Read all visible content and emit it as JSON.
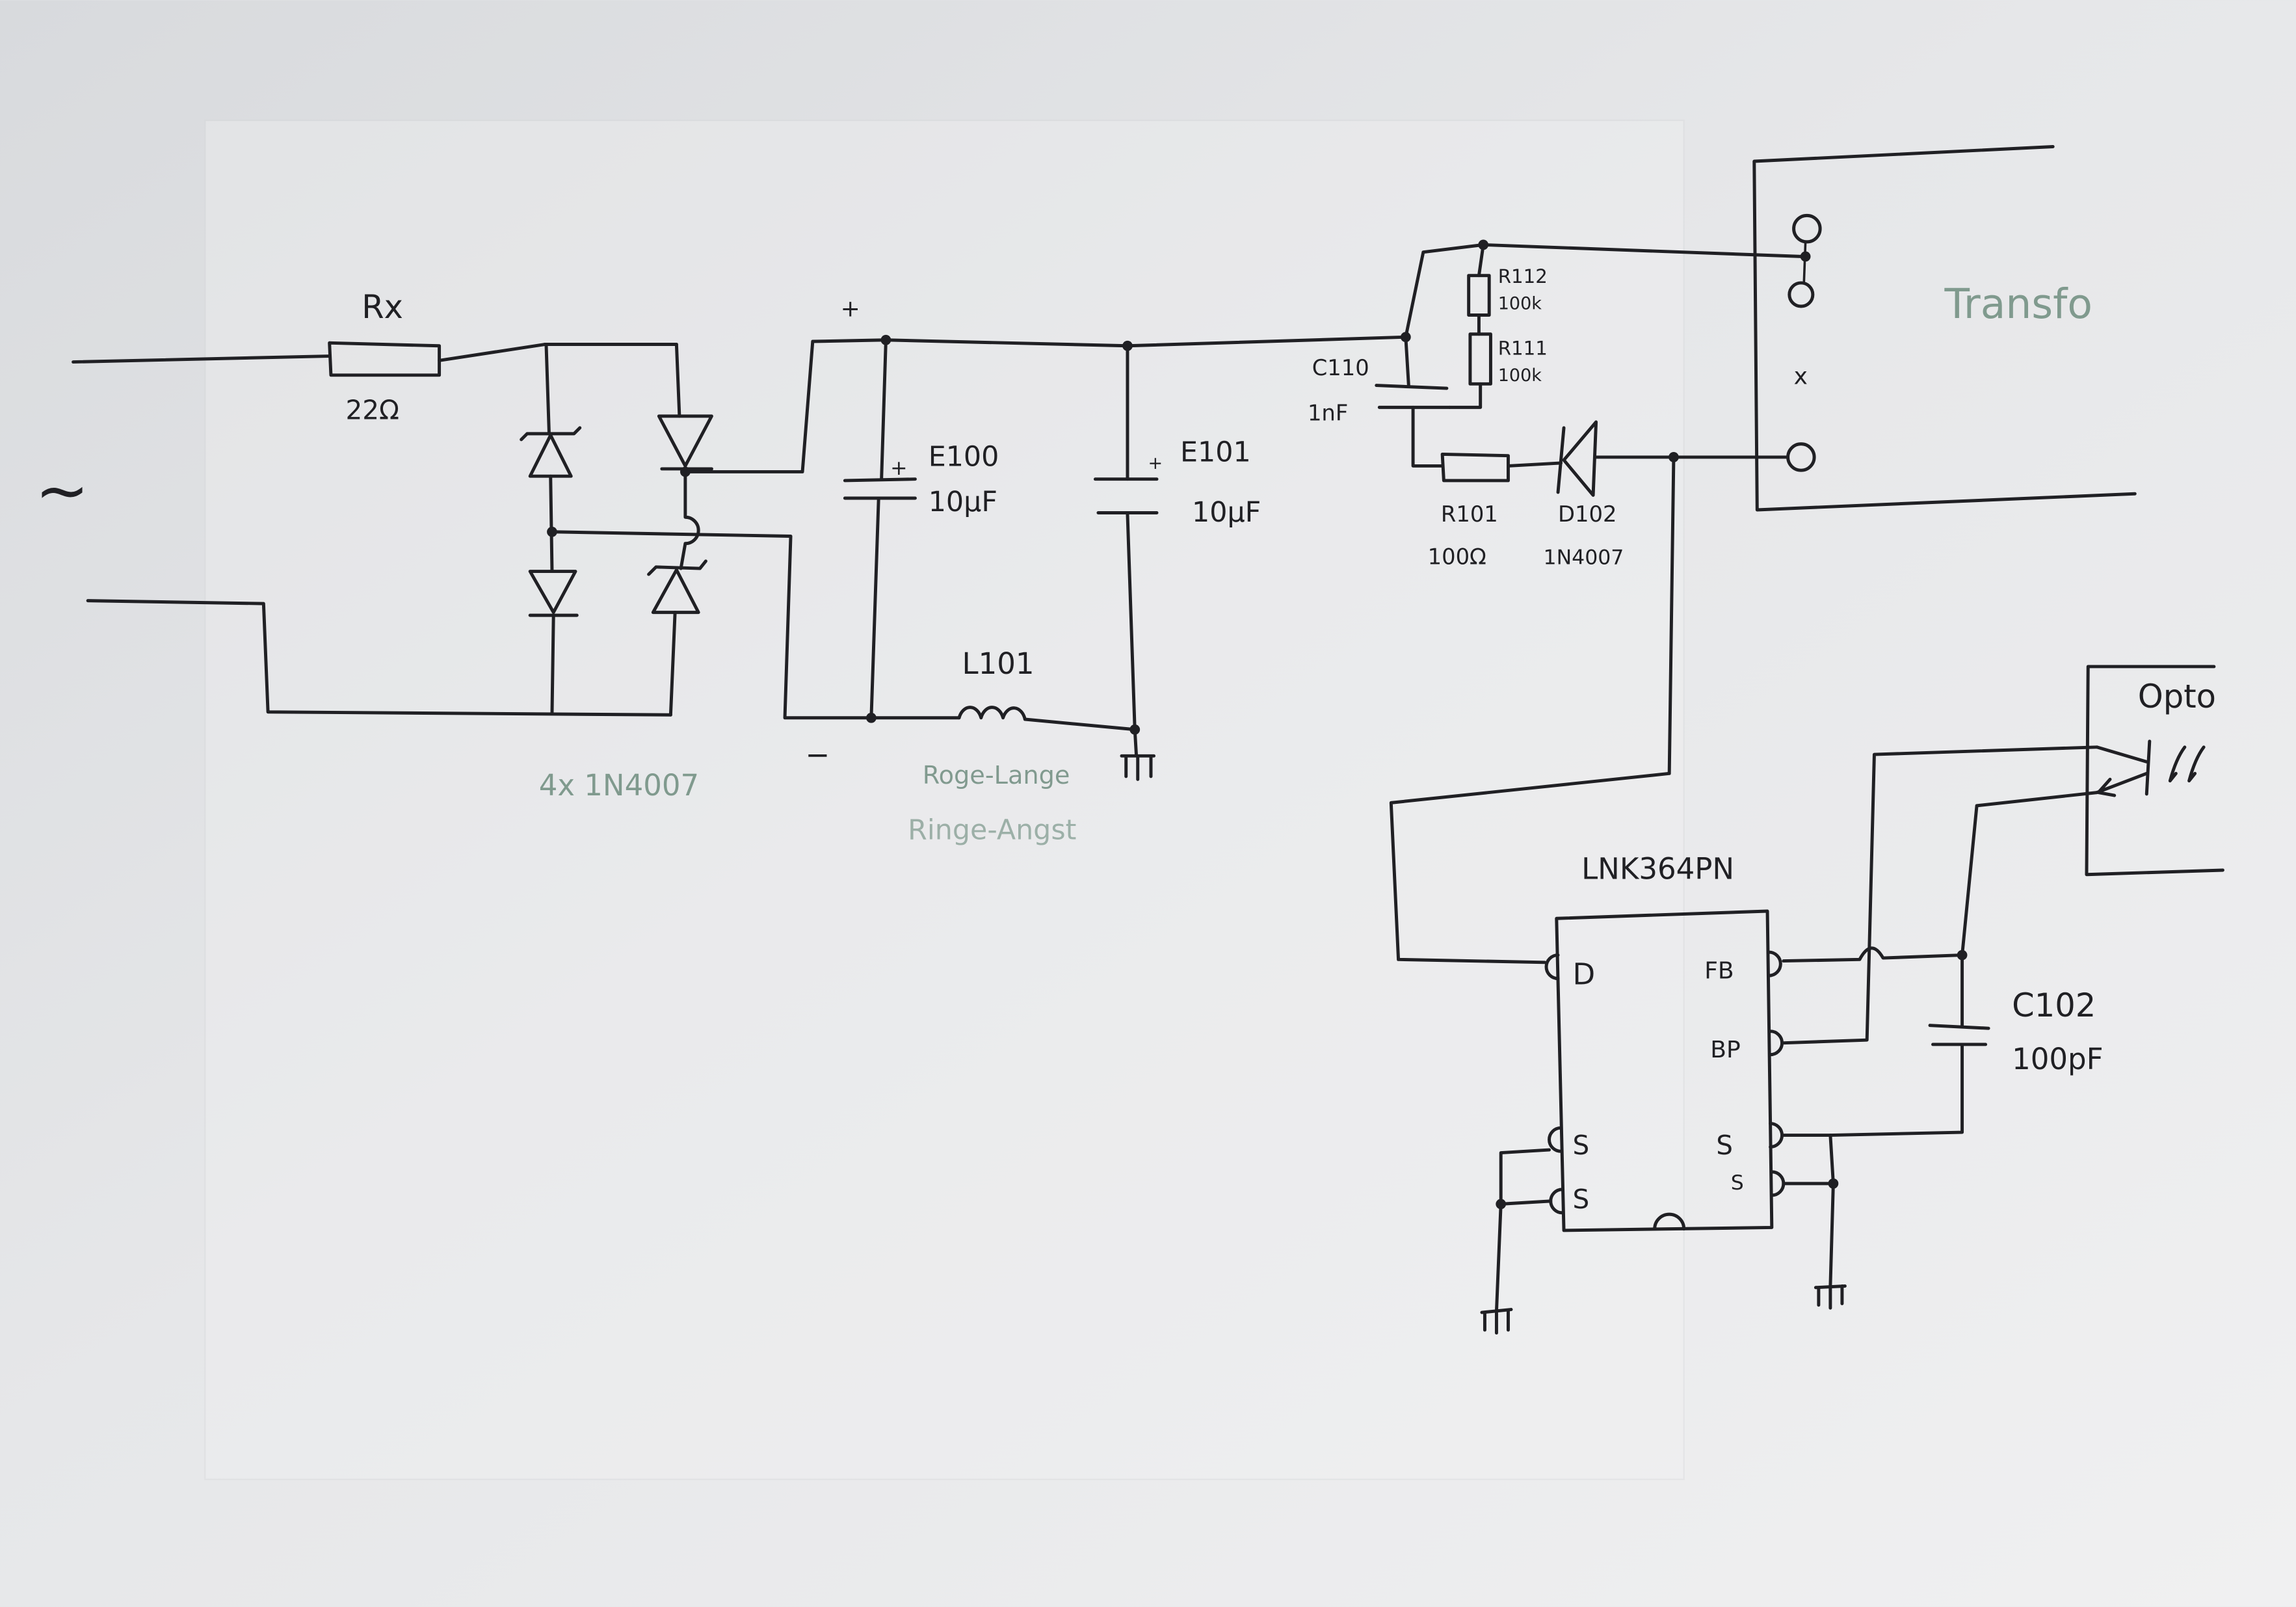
{
  "input": {
    "ac_symbol": "~"
  },
  "rx": {
    "name": "Rx",
    "value": "22Ω"
  },
  "bridge": {
    "label": "4x 1N4007"
  },
  "dc_rail": {
    "plus": "+",
    "minus": "−"
  },
  "e100": {
    "name": "E100",
    "value": "10µF",
    "polarity": "+"
  },
  "e101": {
    "name": "E101",
    "value": "10µF",
    "polarity": "+"
  },
  "l101": {
    "name": "L101",
    "note": [
      "Roge-Lange",
      "Ringe-Angst"
    ]
  },
  "c110": {
    "name": "C110",
    "value": "1nF"
  },
  "r112": {
    "name": "R112",
    "value": "100k"
  },
  "r111": {
    "name": "R111",
    "value": "100k"
  },
  "r101": {
    "name": "R101",
    "value": "100Ω"
  },
  "d102": {
    "name": "D102",
    "value": "1N4007"
  },
  "transformer": {
    "label": "Transfo",
    "winding_mark": "x"
  },
  "ic": {
    "part": "LNK364PN",
    "pins": {
      "d": "D",
      "fb": "FB",
      "bp": "BP",
      "s_left_1": "S",
      "s_left_2": "S",
      "s_right_1": "S",
      "s_right_2": "S"
    }
  },
  "c102": {
    "name": "C102",
    "value": "100pF"
  },
  "opto": {
    "label": "Opto"
  },
  "colors": {
    "paper": "#e6e7e9",
    "ink": "#202024",
    "green_ink": "#5e8070"
  }
}
